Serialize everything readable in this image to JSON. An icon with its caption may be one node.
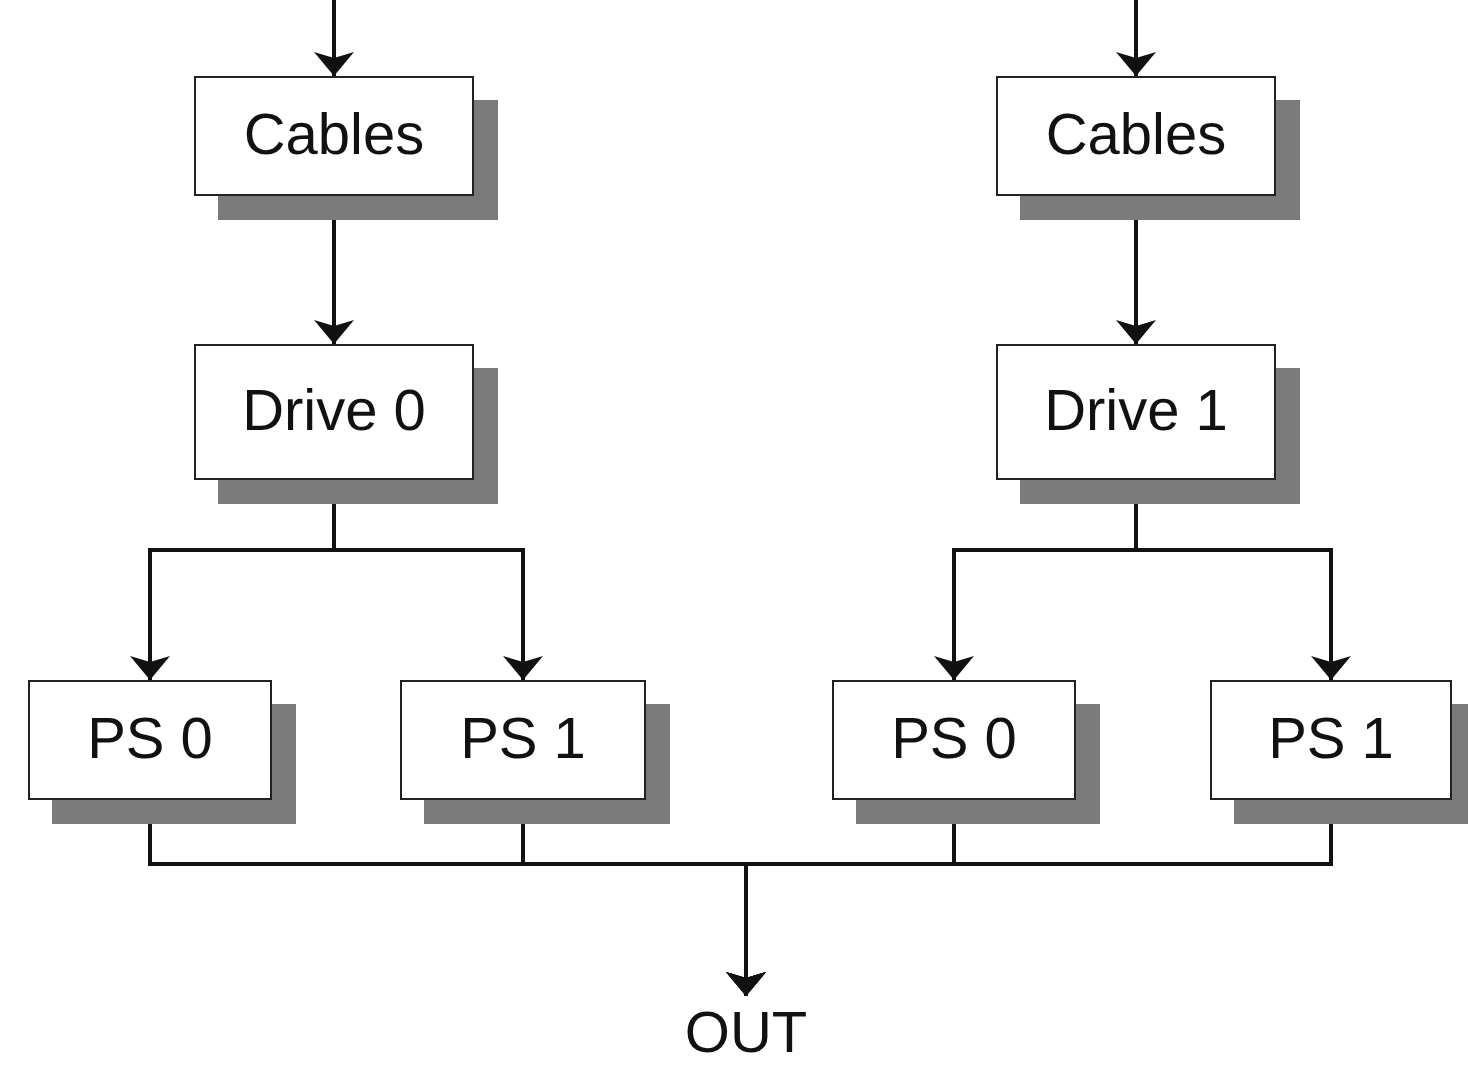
{
  "diagram": {
    "nodes": [
      {
        "text": [
          "Cables"
        ]
      },
      {
        "text": [
          "Cables"
        ]
      },
      {
        "text": [
          "Drive 0"
        ]
      },
      {
        "text": [
          "Drive 1"
        ]
      },
      {
        "text": [
          "PS 0"
        ]
      },
      {
        "text": [
          "PS 1"
        ]
      },
      {
        "text": [
          "PS 0"
        ]
      },
      {
        "text": [
          "PS 1"
        ]
      },
      {
        "text": [
          "OUT"
        ]
      }
    ],
    "edges": [
      {
        "from": null,
        "to": 0,
        "arrow": "to"
      },
      {
        "from": null,
        "to": 1,
        "arrow": "to"
      },
      {
        "from": 0,
        "to": 2,
        "arrow": "to"
      },
      {
        "from": 1,
        "to": 3,
        "arrow": "to"
      },
      {
        "from": 2,
        "to": 4,
        "arrow": "to"
      },
      {
        "from": 2,
        "to": 5,
        "arrow": "to"
      },
      {
        "from": 3,
        "to": 6,
        "arrow": "to"
      },
      {
        "from": 3,
        "to": 7,
        "arrow": "to"
      },
      {
        "from": 4,
        "to": 8,
        "arrow": "to"
      },
      {
        "from": 5,
        "to": 8,
        "arrow": "to"
      },
      {
        "from": 6,
        "to": 8,
        "arrow": "to"
      },
      {
        "from": 7,
        "to": 8,
        "arrow": "to"
      }
    ]
  }
}
